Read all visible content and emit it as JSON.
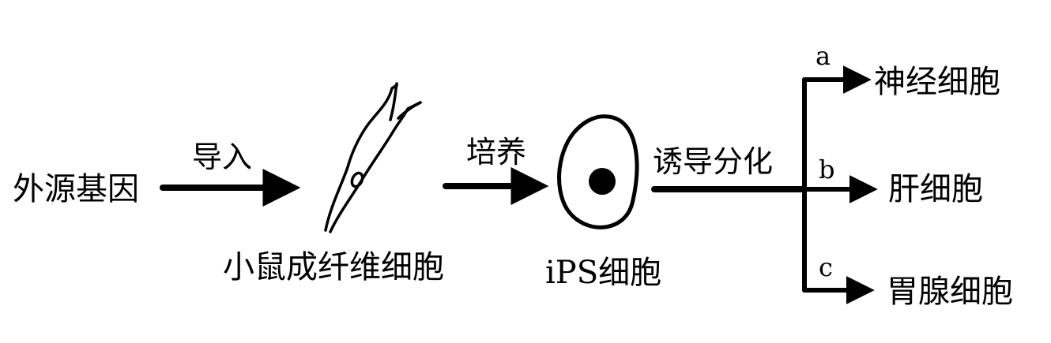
{
  "labels": {
    "source": "外源基因",
    "step_import": "导入",
    "fibroblast": "小鼠成纤维细胞",
    "step_culture": "培养",
    "ips": "iPS细胞",
    "step_induce": "诱导分化",
    "branch_a": "a",
    "branch_b": "b",
    "branch_c": "c",
    "neuron": "神经细胞",
    "liver": "肝细胞",
    "gastric": "胃腺细胞"
  }
}
